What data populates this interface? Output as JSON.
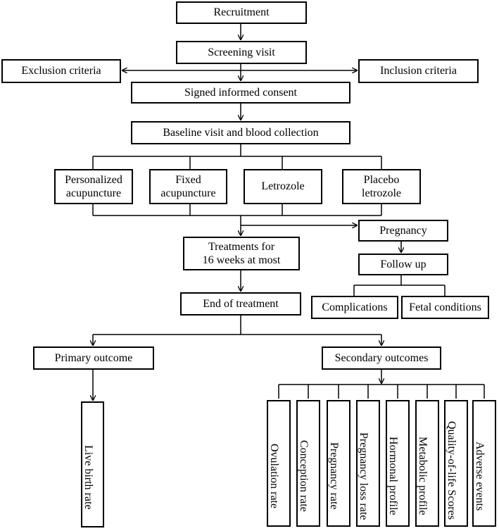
{
  "flowchart": {
    "recruitment": "Recruitment",
    "screening": "Screening visit",
    "exclusion": "Exclusion criteria",
    "inclusion": "Inclusion criteria",
    "consent": "Signed informed consent",
    "baseline": "Baseline visit and blood collection",
    "arms": {
      "personalized": "Personalized\nacupuncture",
      "fixed": "Fixed\nacupuncture",
      "letrozole": "Letrozole",
      "placebo": "Placebo\nletrozole"
    },
    "treatments": "Treatments for\n16 weeks at most",
    "pregnancy": "Pregnancy",
    "follow_up": "Follow up",
    "complications": "Complications",
    "fetal": "Fetal conditions",
    "end_treatment": "End of treatment",
    "primary_outcome": "Primary outcome",
    "secondary_outcomes": "Secondary outcomes",
    "live_birth": "Live birth rate",
    "secondary_items": [
      "Ovulation rate",
      "Conception rate",
      "Pregnancy rate",
      "Pregnancy loss rate",
      "Hormonal profile",
      "Metabolic profile",
      "Quality-of-life Scores",
      "Adverse events"
    ]
  },
  "colors": {
    "line": "#000000",
    "box_border": "#000000",
    "background": "#ffffff"
  }
}
